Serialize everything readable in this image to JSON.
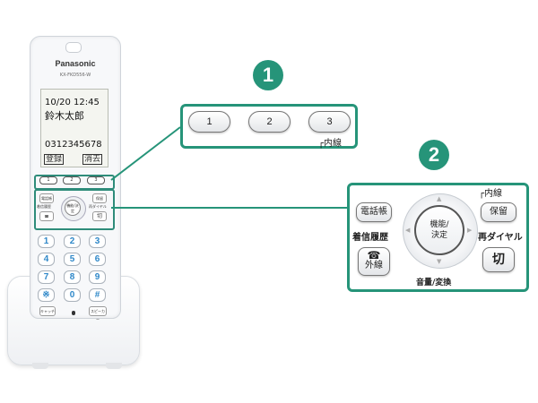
{
  "handset": {
    "brand": "Panasonic",
    "model": "KX-FKD556-W",
    "screen": {
      "datetime": "10/20 12:45",
      "name": "鈴木太郎",
      "number": "0312345678",
      "softkey_left": "登録",
      "softkey_right": "消去"
    },
    "line_keys": [
      "1",
      "2",
      "3"
    ],
    "func_left": [
      "電話帳",
      "着信履歴"
    ],
    "func_right": [
      "保留",
      "再ダイヤル"
    ],
    "nav_center": "機能/決定",
    "keypad": [
      "1",
      "2",
      "3",
      "4",
      "5",
      "6",
      "7",
      "8",
      "9",
      "※",
      "0",
      "#"
    ],
    "bottom_left": "キャッチ",
    "bottom_right": "スピーカー"
  },
  "callout1": {
    "badge": "1",
    "keys": [
      "1",
      "2",
      "3"
    ],
    "label": "内線"
  },
  "callout2": {
    "badge": "2",
    "naisen_label": "内線",
    "phonebook": "電話帳",
    "hold": "保留",
    "incoming_history": "着信履歴",
    "redial": "再ダイヤル",
    "nav_center_line1": "機能/",
    "nav_center_line2": "決定",
    "outside_line": "外線",
    "hangup": "切",
    "volume_convert": "音量/変換"
  },
  "colors": {
    "accent": "#269479",
    "keypad_digit": "#2f88c9"
  }
}
